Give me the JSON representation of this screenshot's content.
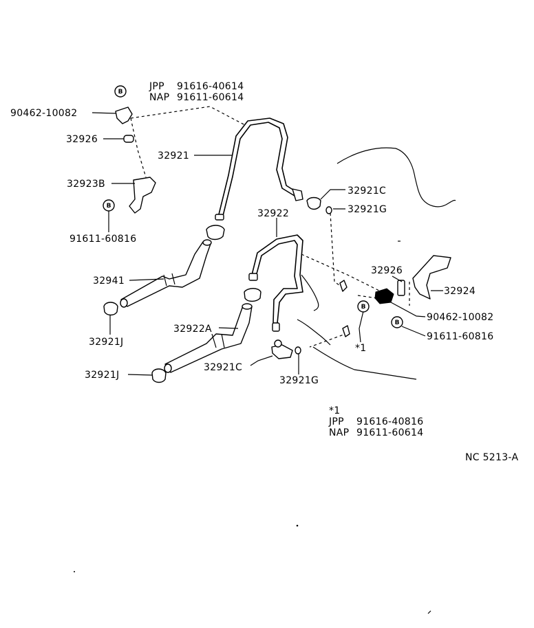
{
  "diagram": {
    "note_top": {
      "badge": "B",
      "line1_code": "JPP",
      "line1_part": "91616-40614",
      "line2_code": "NAP",
      "line2_part": "91611-60614"
    },
    "callouts": {
      "p90462_left": "90462-10082",
      "p32926_left": "32926",
      "p32921": "32921",
      "p32923B": "32923B",
      "p91611_left": "91611-60816",
      "p32941": "32941",
      "p32921J_upper": "32921J",
      "p32921J_lower": "32921J",
      "p32922": "32922",
      "p32922A": "32922A",
      "p32921C_lower": "32921C",
      "p32921G_lower": "32921G",
      "p32921C_upper": "32921C",
      "p32921G_upper": "32921G",
      "p32926_right": "32926",
      "p32924": "32924",
      "p90462_right": "90462-10082",
      "p91611_right": "91611-60816",
      "star1": "*1"
    },
    "badges": {
      "b_left": "B",
      "b_mid": "B",
      "b_right": "B"
    },
    "note_bottom": {
      "marker": "*1",
      "line1_code": "JPP",
      "line1_part": "91616-40816",
      "line2_code": "NAP",
      "line2_part": "91611-60614"
    },
    "figure_id": "NC 5213-A"
  }
}
